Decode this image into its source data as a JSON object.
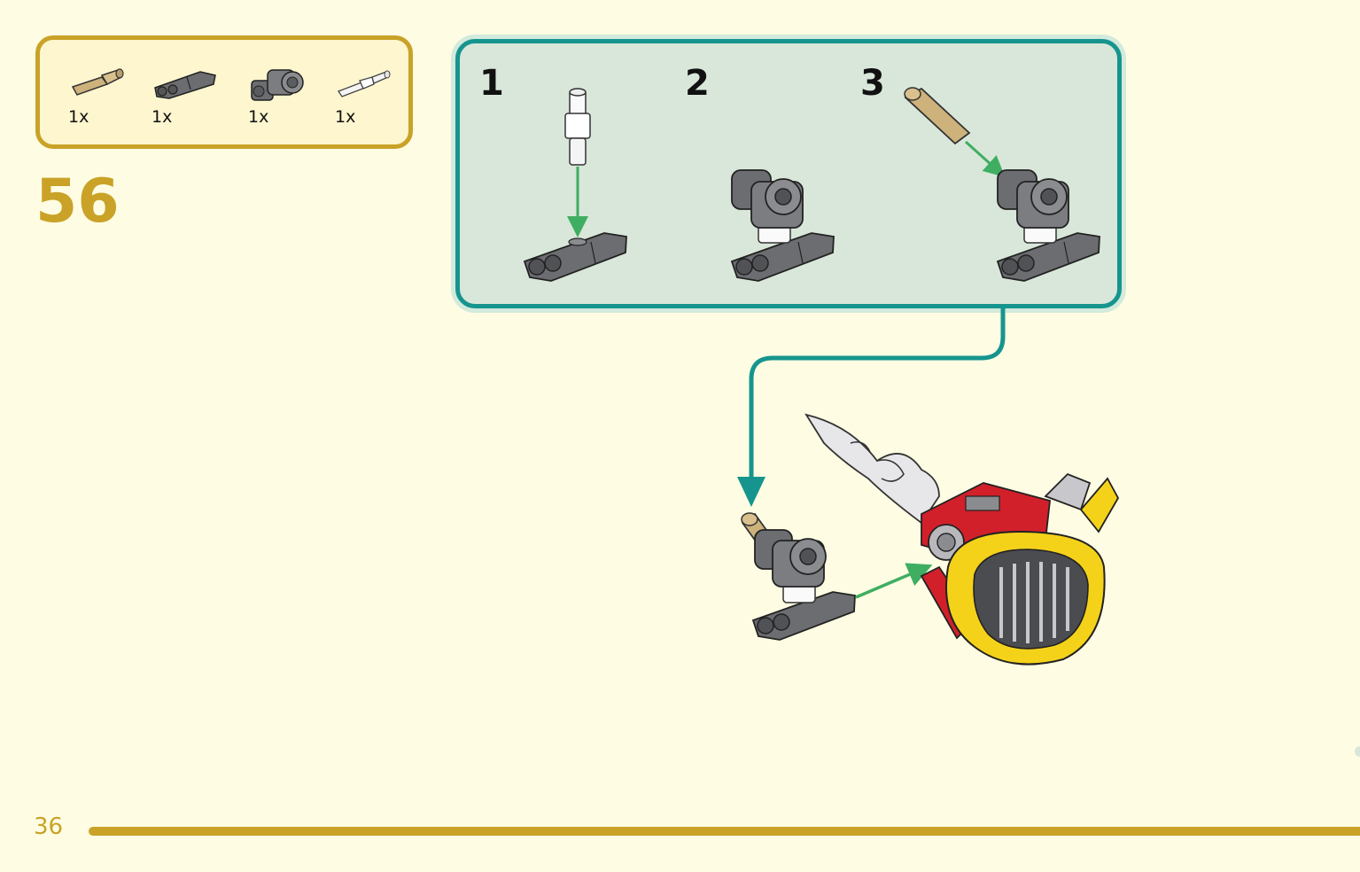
{
  "step": {
    "number": "56"
  },
  "parts_list": [
    {
      "icon": "tan-axle-connector-icon",
      "color": "#cdb27c",
      "qty": "1x"
    },
    {
      "icon": "gray-pin-joint-icon",
      "color": "#6b6d70",
      "qty": "1x"
    },
    {
      "icon": "gray-cross-hub-icon",
      "color": "#6b6d70",
      "qty": "1x"
    },
    {
      "icon": "white-pin-icon",
      "color": "#f4f4f4",
      "qty": "1x"
    }
  ],
  "substeps": [
    {
      "label": "1"
    },
    {
      "label": "2"
    },
    {
      "label": "3"
    }
  ],
  "page": {
    "number": "36"
  },
  "colors": {
    "background": "#fefde3",
    "accent": "#c9a227",
    "callout_border": "#16958e",
    "callout_fill": "#d9e7da",
    "arrow": "#3fae62"
  }
}
